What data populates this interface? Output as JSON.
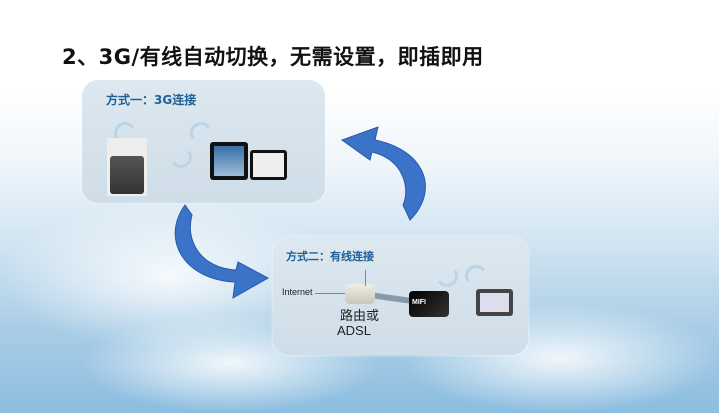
{
  "slide": {
    "title": "2、3G/有线自动切换，无需设置，即插即用"
  },
  "panel_3g": {
    "title": "方式一：3G连接"
  },
  "panel_wired": {
    "title": "方式二：有线连接",
    "internet_label": "Internet",
    "router_label_line1": "路由或",
    "router_label_line2": "ADSL",
    "mifi_logo": "MIFI"
  },
  "colors": {
    "arrow": "#3b73c8",
    "panel_title": "#1f5f96"
  }
}
